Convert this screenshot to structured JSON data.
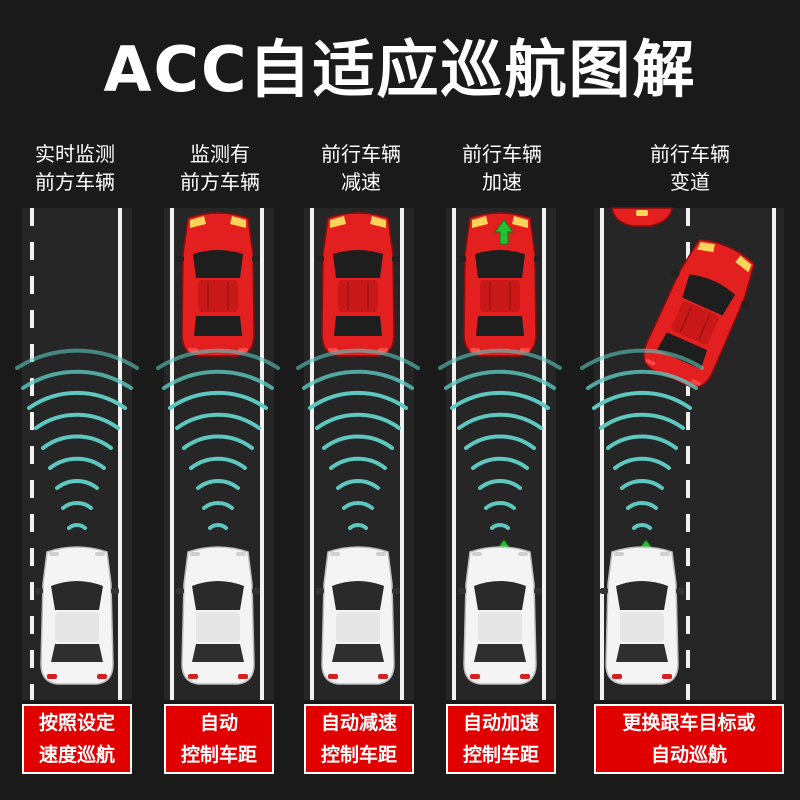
{
  "title": "ACC自适应巡航图解",
  "colors": {
    "accent_red": "#e00000",
    "car_red": "#e41f1f",
    "sensor_teal": "#5ec8c0",
    "arrow_green": "#22c233",
    "road": "#262626"
  },
  "columns": [
    {
      "label_line1": "实时监测",
      "label_line2": "前方车辆",
      "box_line1": "按照设定",
      "box_line2": "速度巡航"
    },
    {
      "label_line1": "监测有",
      "label_line2": "前方车辆",
      "box_line1": "自动",
      "box_line2": "控制车距"
    },
    {
      "label_line1": "前行车辆",
      "label_line2": "减速",
      "box_line1": "自动减速",
      "box_line2": "控制车距"
    },
    {
      "label_line1": "前行车辆",
      "label_line2": "加速",
      "box_line1": "自动加速",
      "box_line2": "控制车距"
    },
    {
      "label_line1": "前行车辆",
      "label_line2": "变道",
      "box_line1": "更换跟车目标或",
      "box_line2": "自动巡航"
    }
  ]
}
